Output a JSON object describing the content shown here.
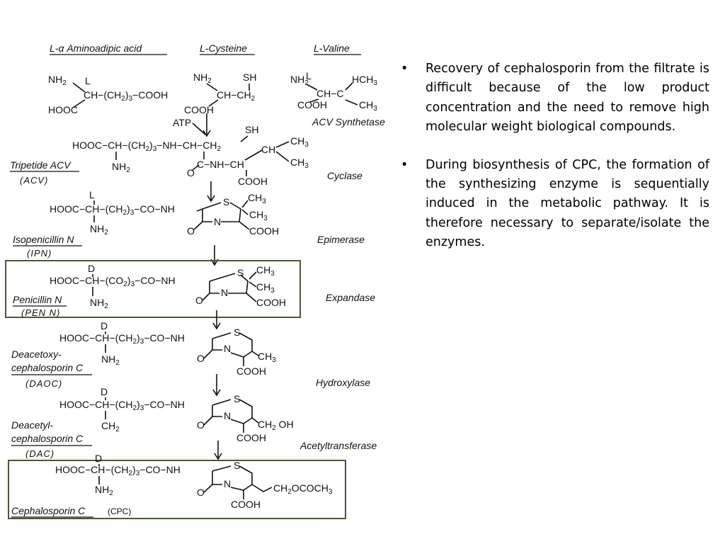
{
  "bullets": [
    {
      "dot": "•",
      "text": "Recovery of cephalosporin from the filtrate is difficult because of the low product concentration and the need to remove high molecular weight biological compounds."
    },
    {
      "dot": "•",
      "text": "During biosynthesis of CPC, the formation of the synthesizing enzyme is sequentially induced in the metabolic pathway. It is therefore necessary to separate/isolate the enzymes."
    }
  ],
  "diagram": {
    "precursors": [
      "L-α Aminoadipic acid",
      "L-Cysteine",
      "L-Valine"
    ],
    "atp": "ATP",
    "enzymes": [
      "ACV Synthetase",
      "Cyclase",
      "Epimerase",
      "Expandase",
      "Hydroxylase",
      "Acetyltransferase"
    ],
    "compounds": [
      {
        "name": "Tripetide ACV",
        "abbr": "(ACV)"
      },
      {
        "name": "Isopenicillin N",
        "abbr": "(IPN)"
      },
      {
        "name": "Penicillin N",
        "abbr": "(PEN N)"
      },
      {
        "name1": "Deacetoxy-",
        "name2": "cephalosporin C",
        "abbr": "(DAOC)"
      },
      {
        "name1": "Deacetyl-",
        "name2": "cephalosporin C",
        "abbr": "(DAC)"
      },
      {
        "name": "Cephalosporin C",
        "abbr": "(CPC)"
      }
    ],
    "stereo": {
      "L": "L",
      "D": "D"
    }
  }
}
